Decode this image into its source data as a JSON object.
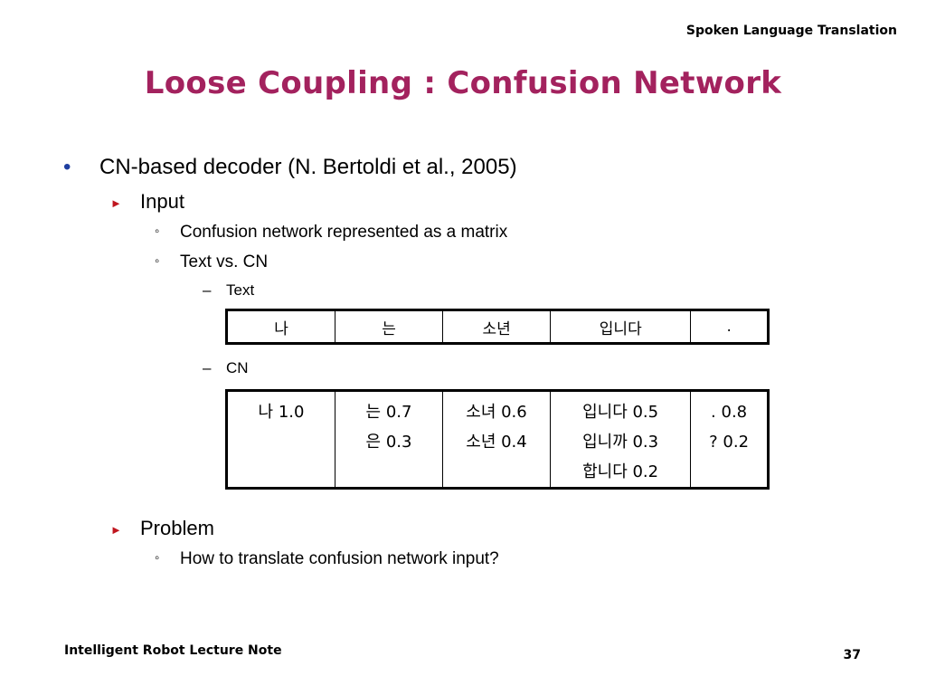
{
  "header": {
    "title": "Spoken Language Translation"
  },
  "slide": {
    "title": "Loose Coupling : Confusion Network"
  },
  "bullets": {
    "l1_marker": "•",
    "l1_text": "CN-based decoder (N. Bertoldi et al., 2005)",
    "input_marker": "►",
    "input_text": "Input",
    "sub_marker": "◦",
    "matrix_text": "Confusion network represented as a matrix",
    "textvs_text": "Text vs. CN",
    "dash_marker": "–",
    "text_label": "Text",
    "cn_label": "CN",
    "problem_marker": "►",
    "problem_text": "Problem",
    "howto_text": "How to translate confusion network input?"
  },
  "text_table": [
    "나",
    "는",
    "소년",
    "입니다",
    "."
  ],
  "cn_table": [
    [
      "나 1.0"
    ],
    [
      "는 0.7",
      "은 0.3"
    ],
    [
      "소녀 0.6",
      "소년 0.4"
    ],
    [
      "입니다 0.5",
      "입니까 0.3",
      "합니다 0.2"
    ],
    [
      ". 0.8",
      "? 0.2"
    ]
  ],
  "footer": {
    "left": "Intelligent Robot Lecture Note",
    "page": "37"
  }
}
